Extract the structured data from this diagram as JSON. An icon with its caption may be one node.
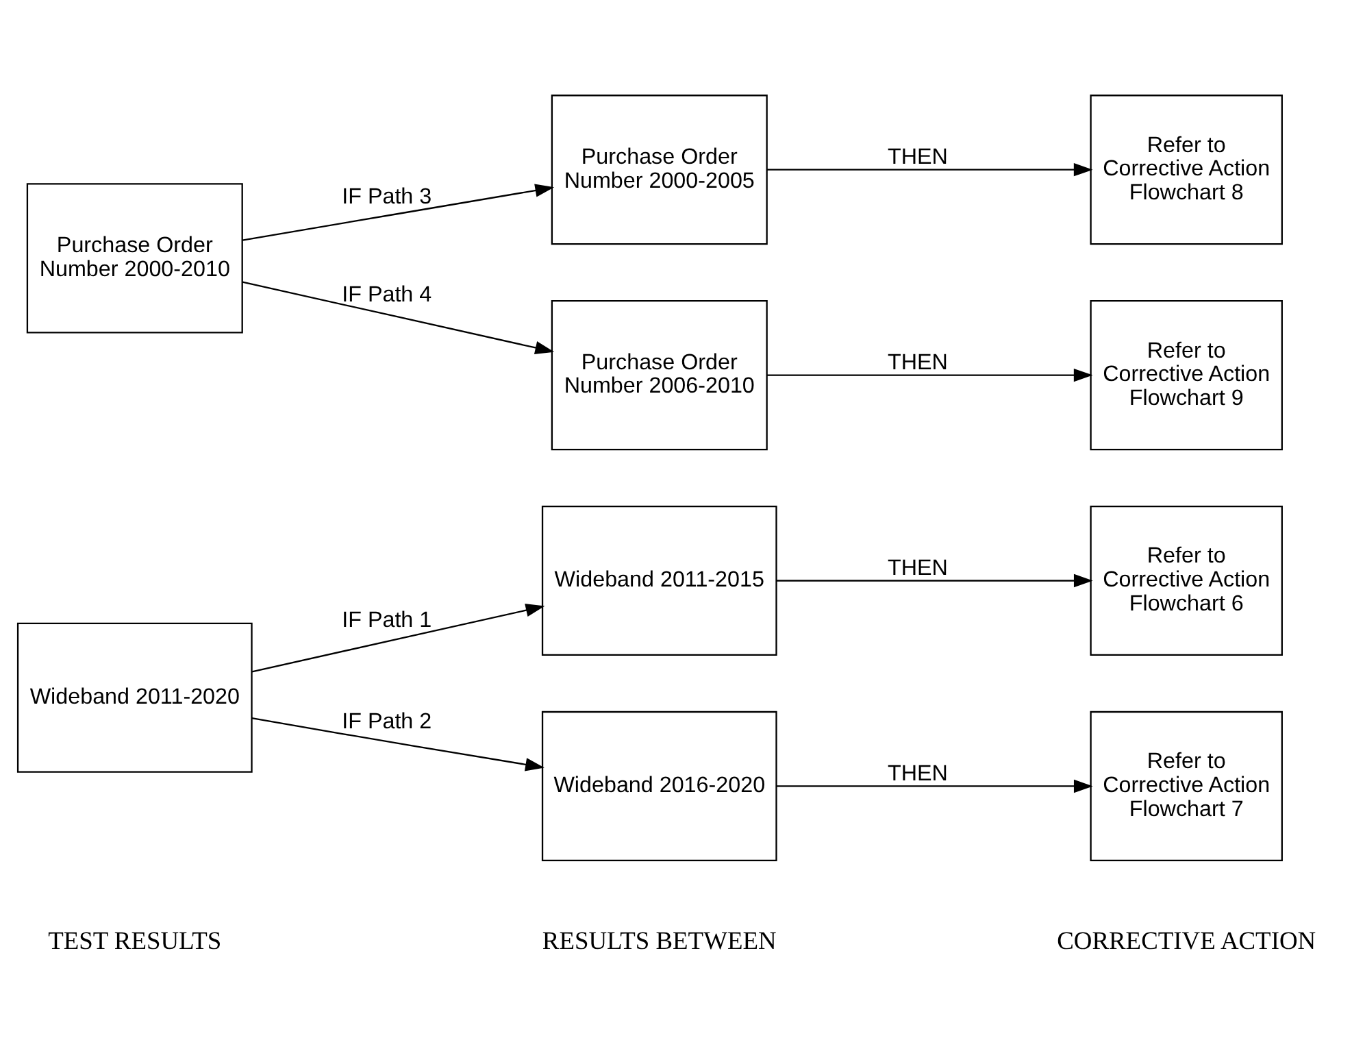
{
  "diagram": {
    "nodes": [
      {
        "text": [
          "Wideband 2011-2020"
        ]
      },
      {
        "text": [
          "Wideband 2011-2015"
        ]
      },
      {
        "text": [
          "Refer to Corrective Action Flowchart 6"
        ]
      },
      {
        "text": [
          "Wideband 2016-2020"
        ]
      },
      {
        "text": [
          "Refer to Corrective Action Flowchart 7"
        ]
      },
      {
        "text": [
          "Purchase Order Number 2000-2010"
        ]
      },
      {
        "text": [
          "Purchase Order Number 2000-2005"
        ]
      },
      {
        "text": [
          "Refer to Corrective Action Flowchart 8"
        ]
      },
      {
        "text": [
          "Purchase Order Number 2006-2010"
        ]
      },
      {
        "text": [
          "Refer to Corrective Action Flowchart 9"
        ]
      }
    ],
    "edges": [
      {
        "from": 0,
        "to": 1,
        "arrow": "to",
        "label": "IF Path 1"
      },
      {
        "from": 0,
        "to": 3,
        "arrow": "to",
        "label": "IF Path 2"
      },
      {
        "from": 1,
        "to": 2,
        "arrow": "to",
        "label": "THEN"
      },
      {
        "from": 3,
        "to": 4,
        "arrow": "to",
        "label": "THEN"
      },
      {
        "from": 5,
        "to": 6,
        "arrow": "to",
        "label": "IF Path 3"
      },
      {
        "from": 5,
        "to": 8,
        "arrow": "to",
        "label": "IF Path 4"
      },
      {
        "from": 6,
        "to": 7,
        "arrow": "to",
        "label": "THEN"
      },
      {
        "from": 8,
        "to": 9,
        "arrow": "to",
        "label": "THEN"
      }
    ],
    "labels": [
      "TEST RESULTS",
      "RESULTS BETWEEN",
      "CORRECTIVE ACTION"
    ]
  }
}
